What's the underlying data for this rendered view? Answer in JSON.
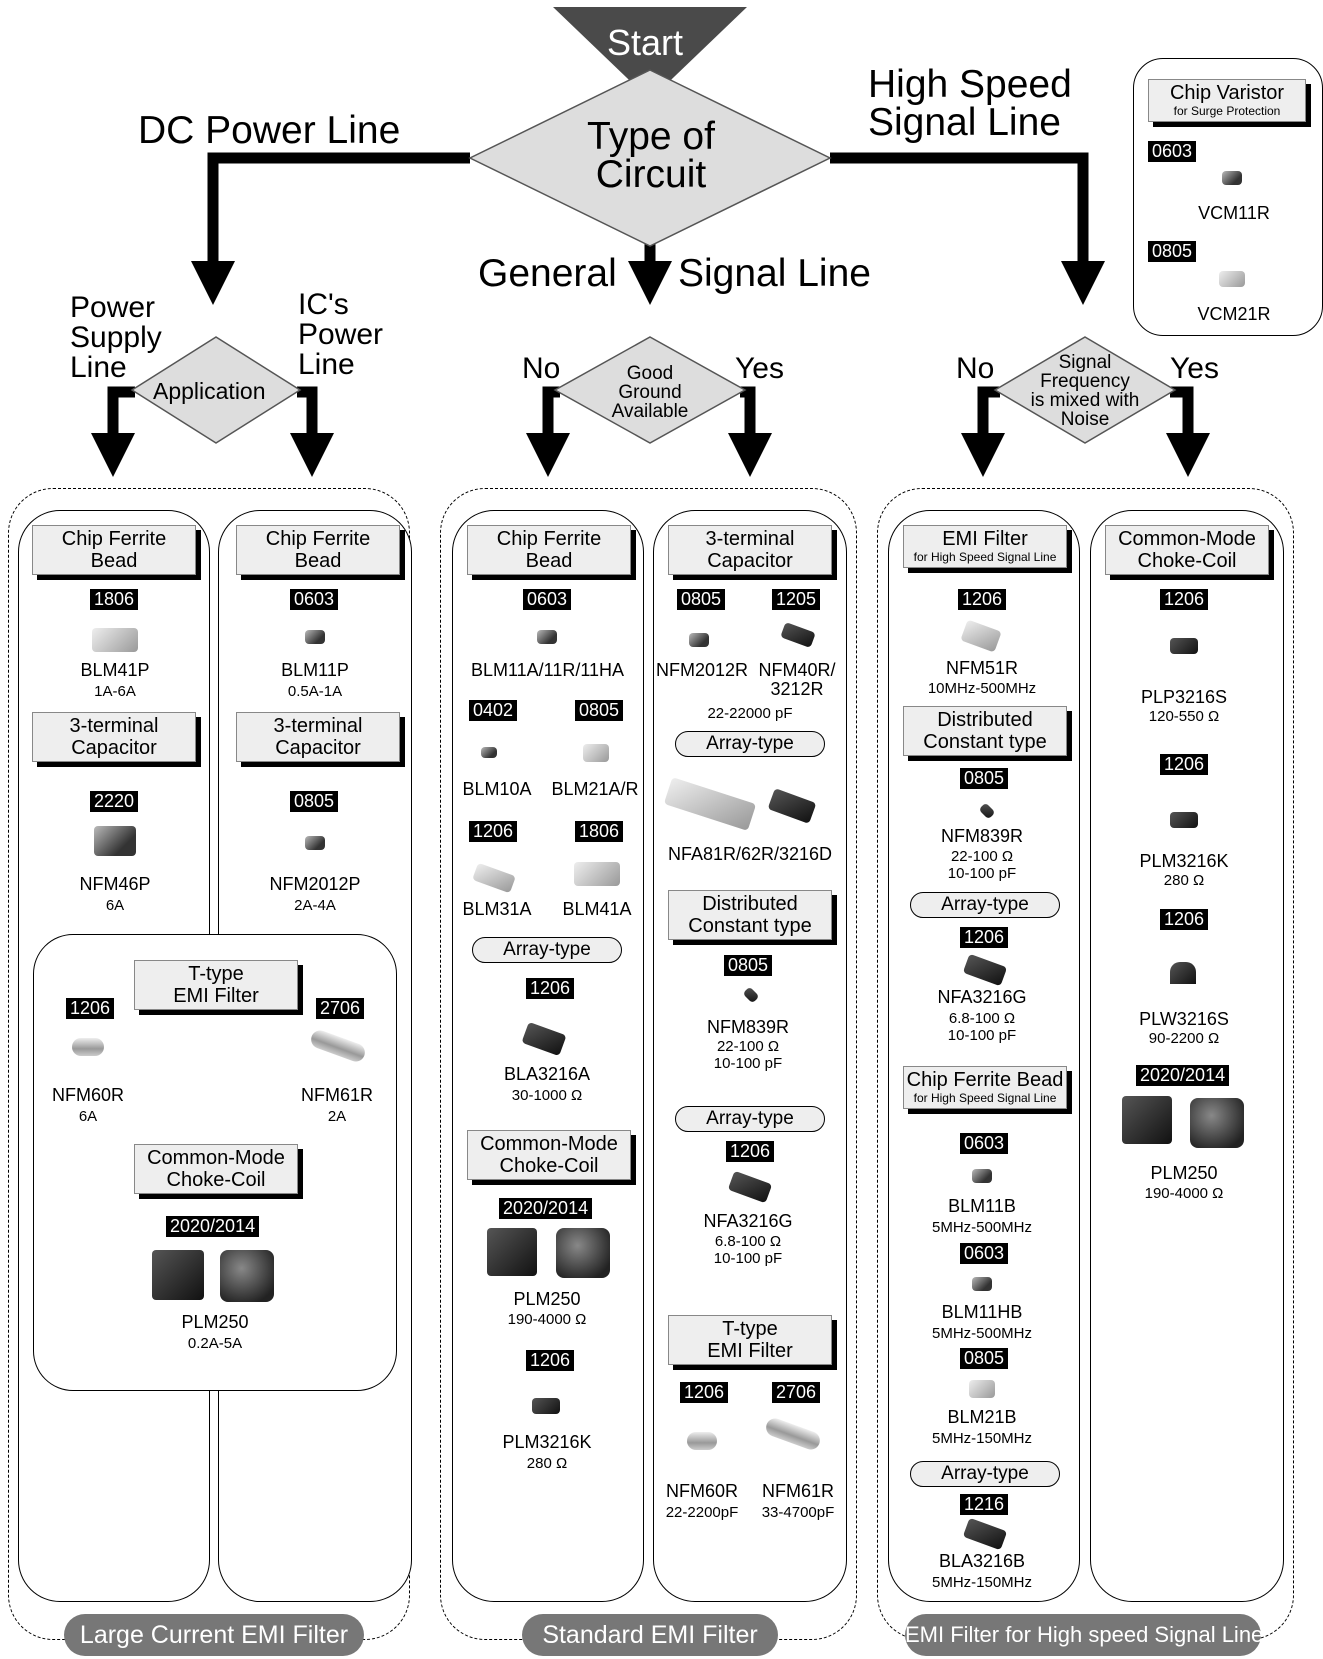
{
  "flow": {
    "start": "Start",
    "type_of_circuit": "Type of\nCircuit",
    "dc_power_line": "DC Power Line",
    "high_speed_signal_line": "High Speed\nSignal Line",
    "general": "General",
    "signal_line": "Signal Line",
    "power_supply_line": "Power\nSupply\nLine",
    "ics_power_line": "IC's\nPower\nLine",
    "application": "Application",
    "no": "No",
    "yes": "Yes",
    "good_ground": "Good\nGround\nAvailable",
    "signal_frequency": "Signal\nFrequency\nis mixed with\nNoise"
  },
  "varistor": {
    "title": "Chip Varistor",
    "subtitle": "for Surge Protection",
    "size1": "0603",
    "name1": "VCM11R",
    "size2": "0805",
    "name2": "VCM21R"
  },
  "groups": {
    "large": "Large Current EMI Filter",
    "standard": "Standard EMI Filter",
    "high": "EMI Filter for High speed Signal Line"
  },
  "col1": {
    "h1": "Chip Ferrite\nBead",
    "s1": "1806",
    "n1": "BLM41P",
    "p1": "1A-6A",
    "h2": "3-terminal\nCapacitor",
    "s2": "2220",
    "n2": "NFM46P",
    "p2": "6A"
  },
  "col2": {
    "h1": "Chip Ferrite\nBead",
    "s1": "0603",
    "n1": "BLM11P",
    "p1": "0.5A-1A",
    "h2": "3-terminal\nCapacitor",
    "s2": "0805",
    "n2": "NFM2012P",
    "p2": "2A-4A"
  },
  "shared": {
    "h1": "T-type\nEMI Filter",
    "s1": "1206",
    "n1": "NFM60R",
    "p1": "6A",
    "s2": "2706",
    "n2": "NFM61R",
    "p2": "2A",
    "h2": "Common-Mode\nChoke-Coil",
    "s3": "2020/2014",
    "n3": "PLM250",
    "p3": "0.2A-5A"
  },
  "col3": {
    "h1": "Chip Ferrite\nBead",
    "s1": "0603",
    "n1": "BLM11A/11R/11HA",
    "s2": "0402",
    "s3": "0805",
    "n2": "BLM10A",
    "n3": "BLM21A/R",
    "s4": "1206",
    "s5": "1806",
    "n4": "BLM31A",
    "n5": "BLM41A",
    "arr": "Array-type",
    "s6": "1206",
    "n6": "BLA3216A",
    "p6": "30-1000 Ω",
    "h2": "Common-Mode\nChoke-Coil",
    "s7": "2020/2014",
    "n7": "PLM250",
    "p7": "190-4000 Ω",
    "s8": "1206",
    "n8": "PLM3216K",
    "p8": "280 Ω"
  },
  "col4": {
    "h1": "3-terminal\nCapacitor",
    "s1": "0805",
    "s2": "1205",
    "n1": "NFM2012R",
    "n2": "NFM40R/\n3212R",
    "p1": "22-22000 pF",
    "arr1": "Array-type",
    "n3": "NFA81R/62R/3216D",
    "h2": "Distributed\nConstant type",
    "s3": "0805",
    "n4": "NFM839R",
    "p4": "22-100 Ω\n10-100 pF",
    "arr2": "Array-type",
    "s4": "1206",
    "n5": "NFA3216G",
    "p5": "6.8-100 Ω\n10-100 pF",
    "h3": "T-type\nEMI Filter",
    "s5": "1206",
    "s6": "2706",
    "n6": "NFM60R",
    "p6": "22-2200pF",
    "n7": "NFM61R",
    "p7": "33-4700pF"
  },
  "col5": {
    "h1": "EMI Filter",
    "h1s": "for High Speed Signal Line",
    "s1": "1206",
    "n1": "NFM51R",
    "p1": "10MHz-500MHz",
    "h2": "Distributed\nConstant type",
    "s2": "0805",
    "n2": "NFM839R",
    "p2": "22-100 Ω\n10-100 pF",
    "arr1": "Array-type",
    "s3": "1206",
    "n3": "NFA3216G",
    "p3": "6.8-100 Ω\n10-100 pF",
    "h3": "Chip Ferrite Bead",
    "h3s": "for High Speed Signal Line",
    "s4": "0603",
    "n4": "BLM11B",
    "p4": "5MHz-500MHz",
    "s5": "0603",
    "n5": "BLM11HB",
    "p5": "5MHz-500MHz",
    "s6": "0805",
    "n6": "BLM21B",
    "p6": "5MHz-150MHz",
    "arr2": "Array-type",
    "s7": "1216",
    "n7": "BLA3216B",
    "p7": "5MHz-150MHz"
  },
  "col6": {
    "h1": "Common-Mode\nChoke-Coil",
    "s1": "1206",
    "n1": "PLP3216S",
    "p1": "120-550 Ω",
    "s2": "1206",
    "n2": "PLM3216K",
    "p2": "280 Ω",
    "s3": "1206",
    "n3": "PLW3216S",
    "p3": "90-2200 Ω",
    "s4": "2020/2014",
    "n4": "PLM250",
    "p4": "190-4000 Ω"
  }
}
